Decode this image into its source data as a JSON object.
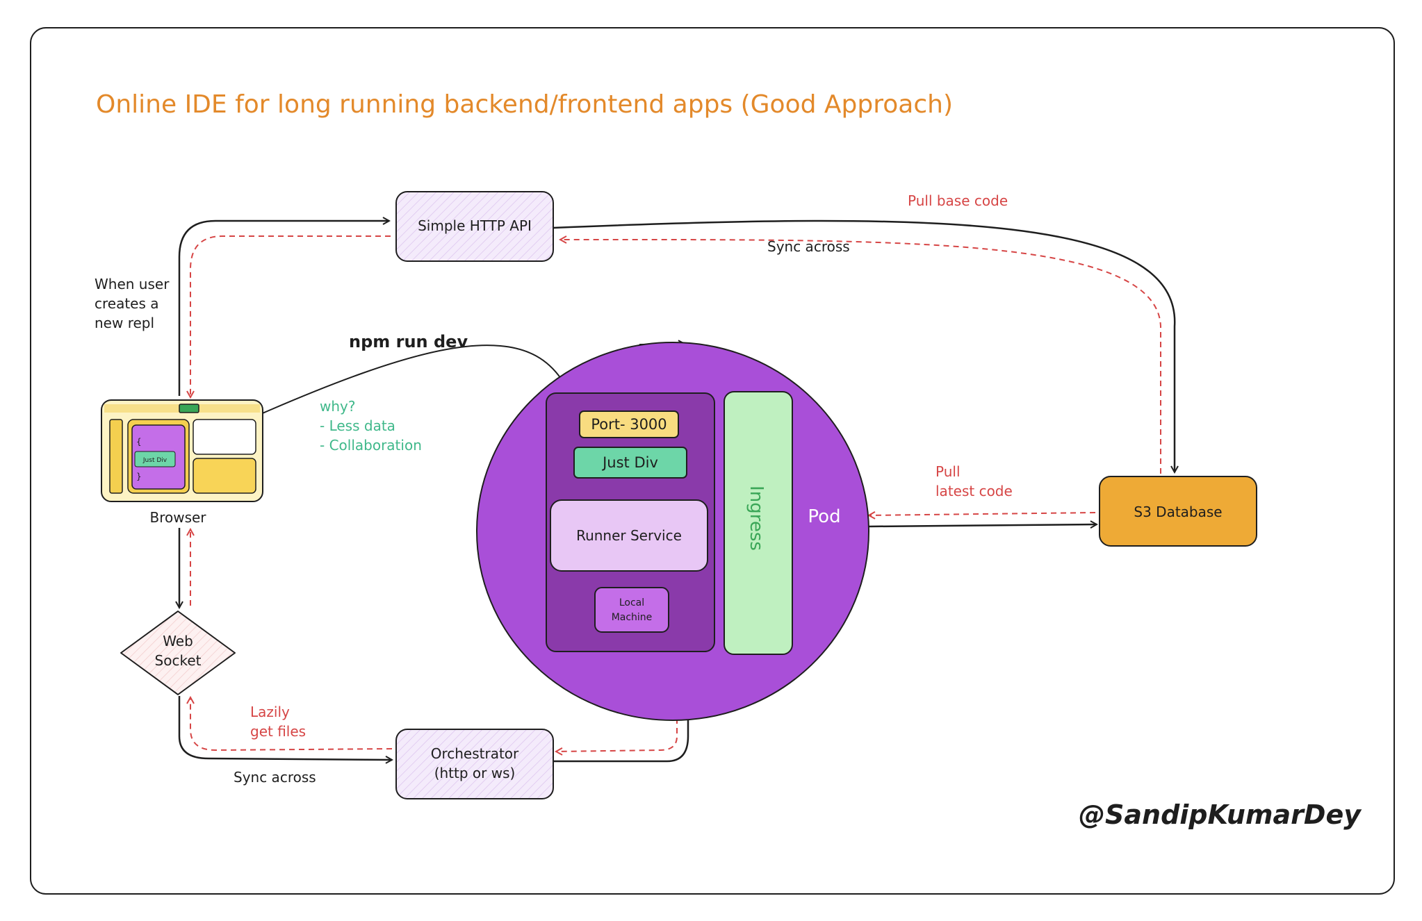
{
  "title": "Online IDE for long running backend/frontend apps (Good Approach)",
  "nodes": {
    "http_api": "Simple HTTP API",
    "browser": "Browser",
    "browser_inner": "Just Div",
    "websocket": [
      "Web",
      "Socket"
    ],
    "orchestrator": [
      "Orchestrator",
      "(http or ws)"
    ],
    "s3": "S3 Database",
    "pod": "Pod",
    "ingress": "Ingress",
    "port": "Port- 3000",
    "just_div": "Just Div",
    "runner": "Runner Service",
    "local_machine": [
      "Local",
      "Machine"
    ]
  },
  "labels": {
    "when_user": [
      "When user",
      "creates a",
      "new repl"
    ],
    "npm": "npm run dev",
    "why": [
      "why?",
      "- Less data",
      "- Collaboration"
    ],
    "pull_base": "Pull base code",
    "sync_top": "Sync across",
    "pull_latest": [
      "Pull",
      "latest code"
    ],
    "lazily": [
      "Lazily",
      "get files"
    ],
    "sync_bottom": "Sync across"
  },
  "signature": "@SandipKumarDey",
  "colors": {
    "title": "#e3892a",
    "red": "#d64545",
    "green_text": "#3fb88a",
    "purple": "#a94fd8",
    "dark_purple": "#8a3aaa",
    "light_purple": "#e8c7f5",
    "ingress_green": "#bff0c0",
    "teal": "#6dd6a8",
    "yellow": "#f8dc80",
    "s3_orange": "#eeaa36",
    "box_fill": "#f3e8fb"
  }
}
